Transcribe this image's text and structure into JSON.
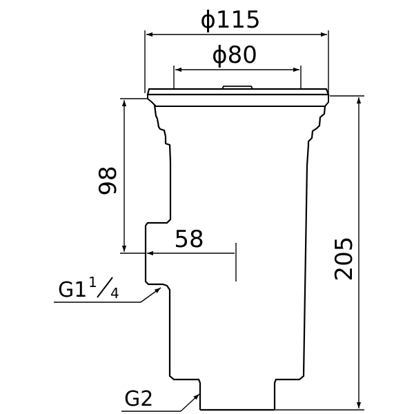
{
  "dimensions": {
    "outer_diameter": "ϕ115",
    "inner_diameter": "ϕ80",
    "side_outlet_height": "98",
    "side_outlet_offset": "58",
    "total_height": "205"
  },
  "threads": {
    "side_outlet": {
      "prefix": "G1",
      "fraction_numerator": "1",
      "fraction_denominator": "4"
    },
    "bottom_outlet": "G2"
  },
  "colors": {
    "line": "#000000",
    "background": "#ffffff"
  }
}
